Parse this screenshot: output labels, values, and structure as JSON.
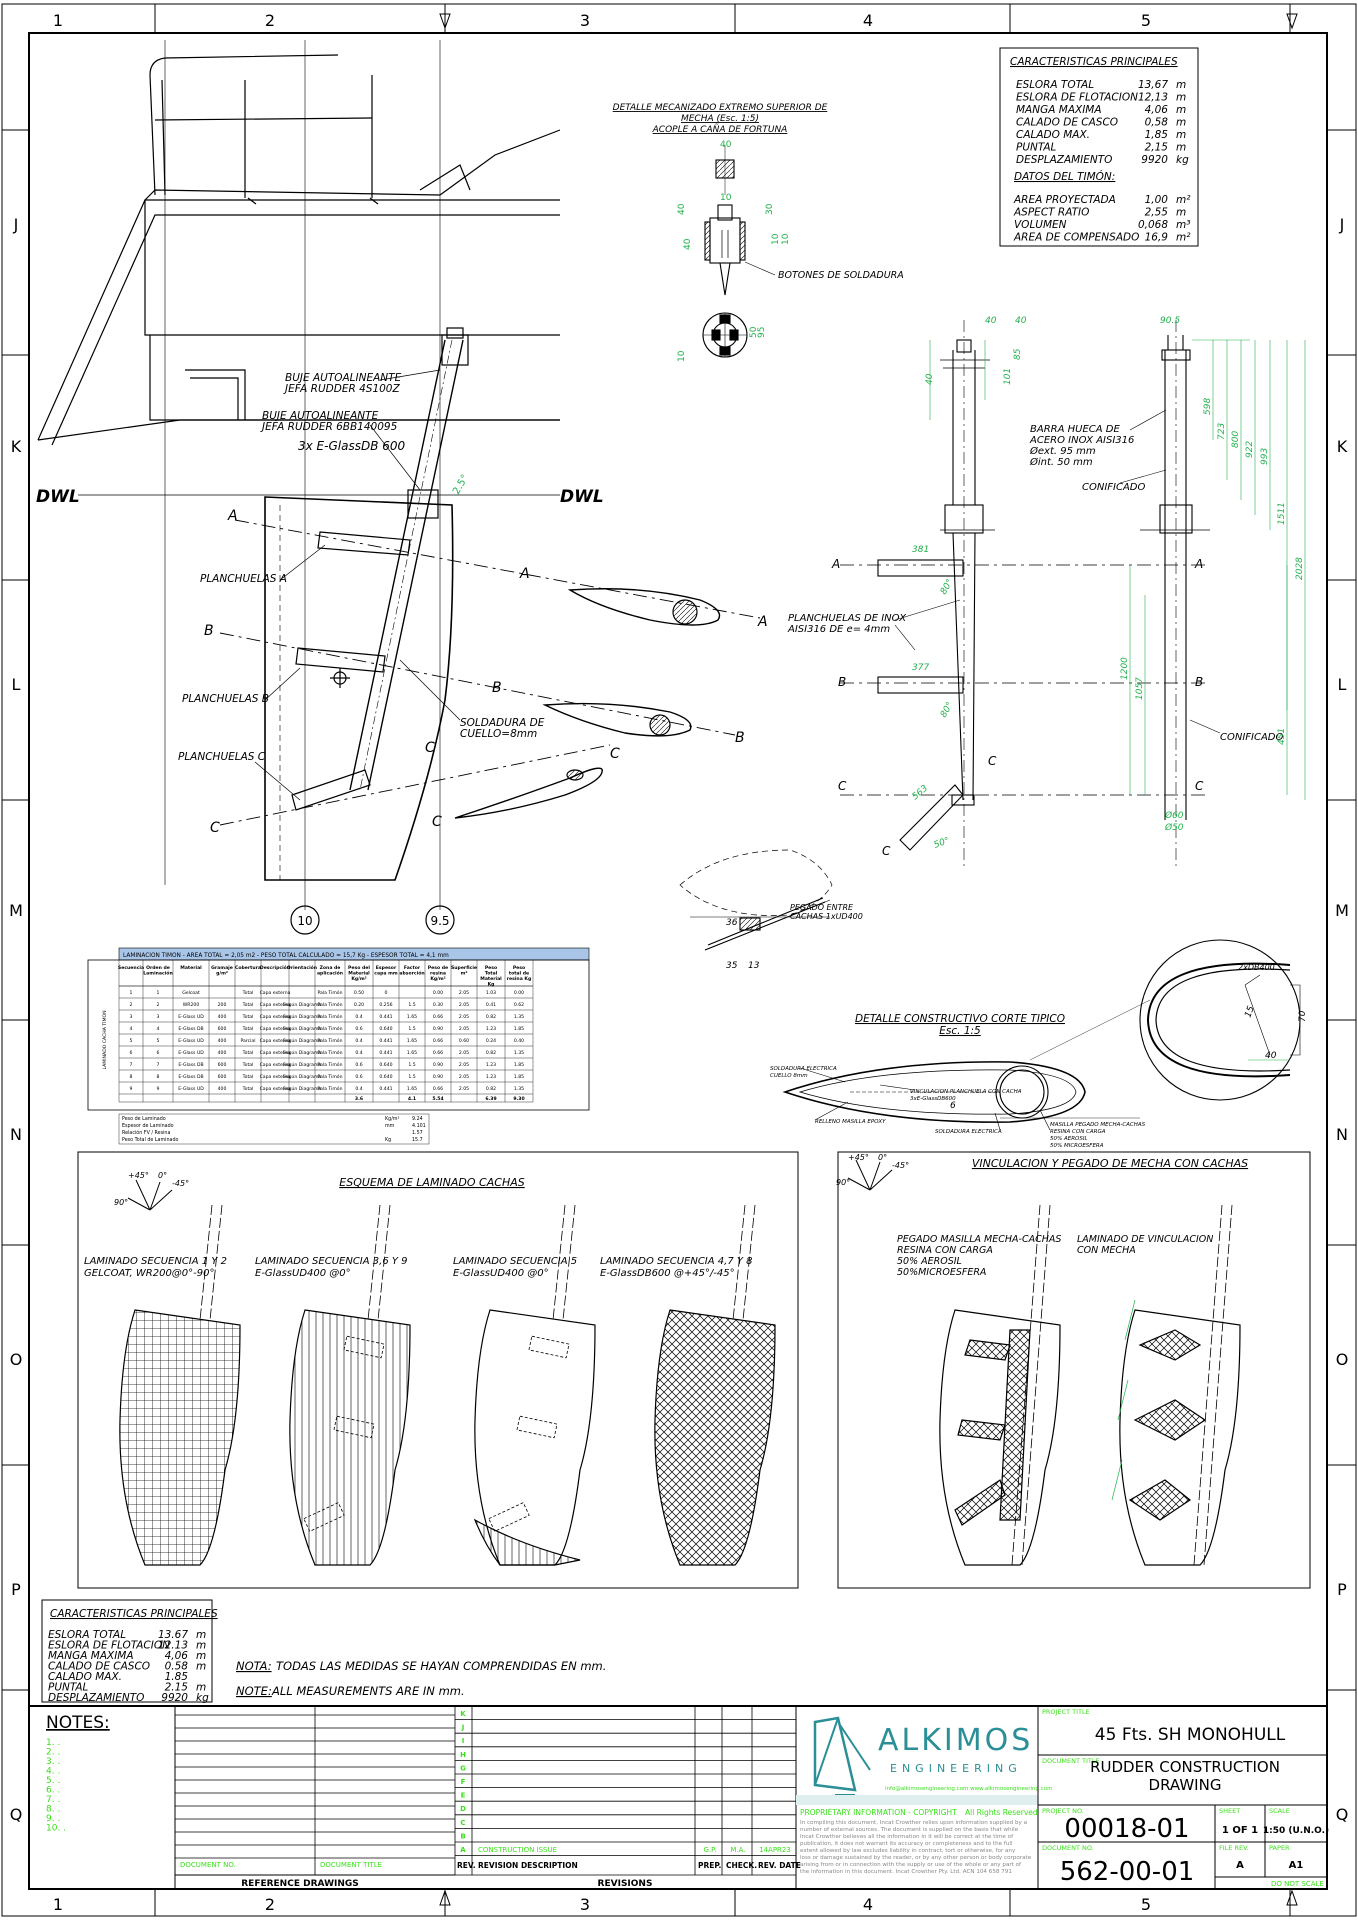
{
  "grid": {
    "cols": [
      "1",
      "2",
      "3",
      "4",
      "5"
    ],
    "rows": [
      "J",
      "K",
      "L",
      "M",
      "N",
      "O",
      "P",
      "Q"
    ]
  },
  "colors": {
    "line": "#000000",
    "dim": "#22b14c",
    "brand": "#2a8f96",
    "neon": "#39e01a"
  },
  "specs_top": {
    "title": "CARACTERISTICAS PRINCIPALES",
    "rows": [
      {
        "label": "ESLORA TOTAL",
        "value": "13,67",
        "unit": "m"
      },
      {
        "label": "ESLORA DE FLOTACION",
        "value": "12,13",
        "unit": "m"
      },
      {
        "label": "MANGA MAXIMA",
        "value": "4,06",
        "unit": "m"
      },
      {
        "label": "CALADO DE CASCO",
        "value": "0,58",
        "unit": "m"
      },
      {
        "label": "CALADO MAX.",
        "value": "1,85",
        "unit": "m"
      },
      {
        "label": "PUNTAL",
        "value": "2,15",
        "unit": "m"
      },
      {
        "label": "DESPLAZAMIENTO",
        "value": "9920",
        "unit": "kg"
      }
    ],
    "rudder_title": "DATOS DEL TIMÓN:",
    "rudder_rows": [
      {
        "label": "AREA PROYECTADA",
        "value": "1,00",
        "unit": "m²"
      },
      {
        "label": "ASPECT RATIO",
        "value": "2,55",
        "unit": "m"
      },
      {
        "label": "VOLUMEN",
        "value": "0,068",
        "unit": "m³"
      },
      {
        "label": "AREA DE COMPENSADO",
        "value": "16,9",
        "unit": "m²"
      }
    ]
  },
  "detail_top": {
    "title1": "DETALLE MECANIZADO EXTREMO SUPERIOR DE",
    "title2": "MECHA (Esc. 1:5)",
    "title3": "ACOPLE A CAÑA DE FORTUNA",
    "label": "BOTONES DE SOLDADURA",
    "dims": [
      "40",
      "40",
      "40",
      "10",
      "30",
      "10",
      "10",
      "10",
      "95",
      "50"
    ]
  },
  "main_view": {
    "dwl": "DWL",
    "buje1_a": "BUJE AUTOALINEANTE",
    "buje1_b": "JEFA RUDDER 4S100Z",
    "buje2_a": "BUJE AUTOALINEANTE",
    "buje2_b": "JEFA RUDDER 6BB140095",
    "glass": "3x E-GlassDB 600",
    "plA": "PLANCHUELAS A",
    "plB": "PLANCHUELAS B",
    "plC": "PLANCHUELAS C",
    "sold_a": "SOLDADURA DE",
    "sold_b": "CUELLO=8mm",
    "secA": "A",
    "secB": "B",
    "secC": "C",
    "st10": "10",
    "st95": "9.5",
    "angle": "2.5°"
  },
  "stock_view": {
    "barra1": "BARRA HUECA DE",
    "barra2": "ACERO INOX AISI316",
    "barra3": "Øext. 95 mm",
    "barra4": "Øint. 50 mm",
    "conif1": "CONIFICADO",
    "conif2": "CONIFICADO",
    "plan1": "PLANCHUELAS DE INOX",
    "plan2": "AISI316 DE e= 4mm",
    "dims": [
      "40",
      "40",
      "40",
      "101",
      "85",
      "381",
      "80°",
      "377",
      "80°",
      "563",
      "50°",
      "90.5",
      "598",
      "723",
      "800",
      "922",
      "993",
      "1511",
      "2028",
      "1200",
      "1057",
      "451",
      "Ø60",
      "Ø50"
    ]
  },
  "detail_corte": {
    "title1": "DETALLE CONSTRUCTIVO CORTE TIPICO",
    "title2": "Esc. 1:5",
    "pegado1": "PEGADO ENTRE",
    "pegado2": "CACHAS 1xUD400",
    "dims": [
      "36",
      "35",
      "13",
      "2xDB400",
      "15",
      "70",
      "40"
    ],
    "l1": "SOLDADURA ELECTRICA",
    "l1b": "CUELLO 8mm",
    "l2": "VINCULACION PLANCHUELA CON CACHA",
    "l2b": "3xE-GlassDB600",
    "l3": "RELLENO MASILLA EPOXY",
    "l4": "SOLDADURA ELECTRICA",
    "l5": "MASILLA PEGADO MECHA-CACHAS",
    "l5b": "RESINA CON CARGA",
    "l5c": "50% AEROSIL",
    "l5d": "50% MICROESFERA",
    "tick": "6"
  },
  "laminado": {
    "title": "LAMINACION TIMON  -  AREA TOTAL = 2,05 m2  -  PESO TOTAL CALCULADO = 15,7 Kg  -  ESPESOR TOTAL = 4,1 mm",
    "headers": [
      "Secuencia",
      "Orden de Laminación",
      "Material",
      "Gramaje g/m²",
      "Cobertura",
      "Descripción",
      "Orientación",
      "Zona de aplicación",
      "Peso del Material Kg/m²",
      "Espesor capa mm",
      "Factor absorción",
      "Peso de resina Kg/m²",
      "Superficie m²",
      "Peso Total Material Kg",
      "Peso total de resina Kg"
    ],
    "side": "LAMINADO CACHA TIMON",
    "rows": [
      [
        "1",
        "1",
        "Gelcoat",
        "",
        "Total",
        "Capa externa",
        "",
        "Pala Timón",
        "0.50",
        "0",
        "",
        "0.00",
        "2.05",
        "1.03",
        "0.00"
      ],
      [
        "2",
        "2",
        "WR200",
        "200",
        "Total",
        "Capa externa",
        "Según Diagrama",
        "Pala Timón",
        "0.20",
        "0.256",
        "1.5",
        "0.30",
        "2.05",
        "0.41",
        "0.62"
      ],
      [
        "3",
        "3",
        "E-Glass UD",
        "400",
        "Total",
        "Capa externa",
        "Según Diagrama",
        "Pala Timón",
        "0.4",
        "0.441",
        "1.65",
        "0.66",
        "2.05",
        "0.82",
        "1.35"
      ],
      [
        "4",
        "4",
        "E-Glass DB",
        "600",
        "Total",
        "Capa externa",
        "Según Diagrama",
        "Pala Timón",
        "0.6",
        "0.640",
        "1.5",
        "0.90",
        "2.05",
        "1.23",
        "1.85"
      ],
      [
        "5",
        "5",
        "E-Glass UD",
        "400",
        "Parcial",
        "Capa externa",
        "Según Diagrama",
        "Pala Timón",
        "0.4",
        "0.441",
        "1.65",
        "0.66",
        "0.60",
        "0.24",
        "0.40"
      ],
      [
        "6",
        "6",
        "E-Glass UD",
        "400",
        "Total",
        "Capa externa",
        "Según Diagrama",
        "Pala Timón",
        "0.4",
        "0.441",
        "1.65",
        "0.66",
        "2.05",
        "0.82",
        "1.35"
      ],
      [
        "7",
        "7",
        "E-Glass DB",
        "600",
        "Total",
        "Capa externa",
        "Según Diagrama",
        "Pala Timón",
        "0.6",
        "0.640",
        "1.5",
        "0.90",
        "2.05",
        "1.23",
        "1.85"
      ],
      [
        "8",
        "8",
        "E-Glass DB",
        "600",
        "Total",
        "Capa externa",
        "Según Diagrama",
        "Pala Timón",
        "0.6",
        "0.640",
        "1.5",
        "0.90",
        "2.05",
        "1.23",
        "1.85"
      ],
      [
        "9",
        "9",
        "E-Glass UD",
        "400",
        "Total",
        "Capa externa",
        "Según Diagrama",
        "Pala Timón",
        "0.4",
        "0.441",
        "1.65",
        "0.66",
        "2.05",
        "0.82",
        "1.35"
      ]
    ],
    "totals": [
      "3.6",
      "",
      "4.1",
      "",
      "5.54",
      "",
      "6.39",
      "9.30"
    ],
    "summary": [
      {
        "label": "Peso de Laminado",
        "unit": "Kg/m²",
        "value": "9.24"
      },
      {
        "label": "Espesor de Laminado",
        "unit": "mm",
        "value": "4.101"
      },
      {
        "label": "Relación FV / Resina",
        "unit": "",
        "value": "1.57"
      },
      {
        "label": "Peso Total de Laminado",
        "unit": "Kg",
        "value": "15.7"
      }
    ]
  },
  "esquema": {
    "title": "ESQUEMA DE LAMINADO CACHAS",
    "axes": [
      "90°",
      "+45°",
      "0°",
      "-45°"
    ],
    "seq1a": "LAMINADO SECUENCIA 1 Y 2",
    "seq1b": "GELCOAT, WR200@0°-90°",
    "seq2a": "LAMINADO SECUENCIA 3,6 Y 9",
    "seq2b": "E-GlassUD400 @0°",
    "seq3a": "LAMINADO SECUENCIA 5",
    "seq3b": "E-GlassUD400 @0°",
    "seq4a": "LAMINADO SECUENCIA 4,7 Y 8",
    "seq4b": "E-GlassDB600 @+45°/-45°"
  },
  "vinculacion": {
    "title": "VINCULACION Y PEGADO DE MECHA CON CACHAS",
    "axes": [
      "90°",
      "+45°",
      "0°",
      "-45°"
    ],
    "a1": "PEGADO MASILLA MECHA-CACHAS",
    "a2": "RESINA CON CARGA",
    "a3": "50% AEROSIL",
    "a4": "50%MICROESFERA",
    "b1": "LAMINADO DE VINCULACION",
    "b2": "CON MECHA"
  },
  "specs_bottom": {
    "title": "CARACTERISTICAS PRINCIPALES",
    "rows": [
      {
        "label": "ESLORA TOTAL",
        "value": "13.67",
        "unit": "m"
      },
      {
        "label": "ESLORA DE FLOTACION",
        "value": "12.13",
        "unit": "m"
      },
      {
        "label": "MANGA MAXIMA",
        "value": "4,06",
        "unit": "m"
      },
      {
        "label": "CALADO DE CASCO",
        "value": "0.58",
        "unit": "m"
      },
      {
        "label": "CALADO MAX.",
        "value": "1.85",
        "unit": ""
      },
      {
        "label": "PUNTAL",
        "value": "2.15",
        "unit": "m"
      },
      {
        "label": "DESPLAZAMIENTO",
        "value": "9920",
        "unit": "kg"
      }
    ]
  },
  "notes": {
    "nota1_key": "NOTA:",
    "nota1": "TODAS LAS MEDIDAS SE HAYAN COMPRENDIDAS EN mm.",
    "nota2_key": "NOTE:",
    "nota2": "ALL MEASUREMENTS ARE IN mm.",
    "title": "NOTES:",
    "items": [
      "1.  .",
      "2.  .",
      "3.  .",
      "4.  .",
      "5.  .",
      "6.  .",
      "7.  .",
      "8.  .",
      "9.  .",
      "10.  ."
    ]
  },
  "title_block": {
    "ref_doc_no": "DOCUMENT NO.",
    "ref_doc_title": "DOCUMENT TITLE",
    "ref_label": "REFERENCE DRAWINGS",
    "rev_letters": [
      "K",
      "J",
      "I",
      "H",
      "G",
      "F",
      "E",
      "D",
      "C",
      "B",
      "A"
    ],
    "rev_a_desc": "CONSTRUCTION ISSUE",
    "rev_a_prep": "G.P.",
    "rev_a_check": "M.A.",
    "rev_a_date": "14APR23",
    "h_rev": "REV.",
    "h_desc": "REVISION DESCRIPTION",
    "h_prep": "PREP.",
    "h_check": "CHECK.",
    "h_date": "REV. DATE",
    "revisions_label": "REVISIONS",
    "brand": "ALKIMOS",
    "brand_sub": "ENGINEERING",
    "contact": "info@alkimosengineering.com     www.alkimosengineering.com",
    "prop": "PROPRIETARY INFORMATION - COPYRIGHT",
    "rights": "All Rights Reserved",
    "disclaimer": "In compiling this document, Incat Crowther relies upon information supplied by a number of external sources. The document is supplied on the basis that while Incat Crowther believes all the information in it will be correct at the time of publication, it does not warrant its accuracy or completeness and to the full extent allowed by law excludes liability in contract, tort or otherwise, for any loss or damage sustained by the reader, or by any other person or body corporate arising from or in connection with the supply or use of the whole or any part of the information in this document. Incat Crowther Pty. Ltd. ACN 104 658 791",
    "project_title_label": "PROJECT TITLE",
    "project_title": "45 Fts. SH MONOHULL",
    "document_title_label": "DOCUMENT TITLE",
    "document_title1": "RUDDER CONSTRUCTION",
    "document_title2": "DRAWING",
    "project_no_label": "PROJECT NO.",
    "project_no": "00018-01",
    "document_no_label": "DOCUMENT NO.",
    "document_no": "562-00-01",
    "sheet_label": "SHEET",
    "sheet": "1 OF 1",
    "scale_label": "SCALE",
    "scale": "1:50 (U.N.O.)",
    "filerev_label": "FILE REV.",
    "filerev": "A",
    "paper_label": "PAPER",
    "paper": "A1",
    "dns": "DO NOT SCALE"
  }
}
